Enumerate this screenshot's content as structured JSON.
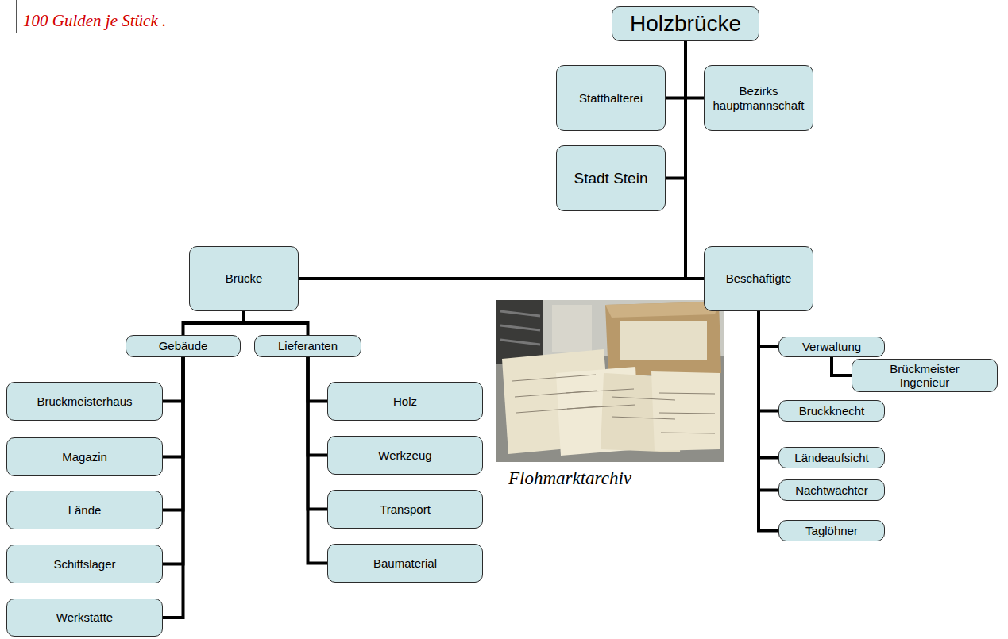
{
  "diagram": {
    "nodes": [
      {
        "text": [
          "100 Gulden je Stück ."
        ]
      },
      {
        "text": [
          "Holzbrücke"
        ]
      },
      {
        "text": [
          "Statthalterei"
        ]
      },
      {
        "text": [
          "Bezirks hauptmannschaft"
        ]
      },
      {
        "text": [
          "Stadt Stein"
        ]
      },
      {
        "text": [
          "Brücke"
        ]
      },
      {
        "text": [
          "Beschäftigte"
        ]
      },
      {
        "text": [
          "Gebäude"
        ]
      },
      {
        "text": [
          "Lieferanten"
        ]
      },
      {
        "text": [
          "Bruckmeisterhaus"
        ]
      },
      {
        "text": [
          "Magazin"
        ]
      },
      {
        "text": [
          "Lände"
        ]
      },
      {
        "text": [
          "Schiffslager"
        ]
      },
      {
        "text": [
          "Werkstätte"
        ]
      },
      {
        "text": [
          "Holz"
        ]
      },
      {
        "text": [
          "Werkzeug"
        ]
      },
      {
        "text": [
          "Transport"
        ]
      },
      {
        "text": [
          "Baumaterial"
        ]
      },
      {
        "text": [
          "Verwaltung"
        ]
      },
      {
        "text": [
          "Brückmeister Ingenieur"
        ]
      },
      {
        "text": [
          "Bruckknecht"
        ]
      },
      {
        "text": [
          "Ländeaufsicht"
        ]
      },
      {
        "text": [
          "Nachtwächter"
        ]
      },
      {
        "text": [
          "Taglöhner"
        ]
      }
    ],
    "edges": [
      {
        "from": 1,
        "to": 2,
        "arrow": "none"
      },
      {
        "from": 1,
        "to": 3,
        "arrow": "none"
      },
      {
        "from": 1,
        "to": 4,
        "arrow": "none"
      },
      {
        "from": 1,
        "to": 5,
        "arrow": "none"
      },
      {
        "from": 1,
        "to": 6,
        "arrow": "none"
      },
      {
        "from": 5,
        "to": 7,
        "arrow": "none"
      },
      {
        "from": 5,
        "to": 8,
        "arrow": "none"
      },
      {
        "from": 7,
        "to": 9,
        "arrow": "none"
      },
      {
        "from": 7,
        "to": 10,
        "arrow": "none"
      },
      {
        "from": 7,
        "to": 11,
        "arrow": "none"
      },
      {
        "from": 7,
        "to": 12,
        "arrow": "none"
      },
      {
        "from": 7,
        "to": 13,
        "arrow": "none"
      },
      {
        "from": 8,
        "to": 14,
        "arrow": "none"
      },
      {
        "from": 8,
        "to": 15,
        "arrow": "none"
      },
      {
        "from": 8,
        "to": 16,
        "arrow": "none"
      },
      {
        "from": 8,
        "to": 17,
        "arrow": "none"
      },
      {
        "from": 6,
        "to": 18,
        "arrow": "none"
      },
      {
        "from": 18,
        "to": 19,
        "arrow": "none"
      },
      {
        "from": 6,
        "to": 20,
        "arrow": "none"
      },
      {
        "from": 6,
        "to": 21,
        "arrow": "none"
      },
      {
        "from": 6,
        "to": 22,
        "arrow": "none"
      },
      {
        "from": 6,
        "to": 23,
        "arrow": "none"
      }
    ],
    "labels": [
      "Flohmarktarchiv"
    ]
  }
}
